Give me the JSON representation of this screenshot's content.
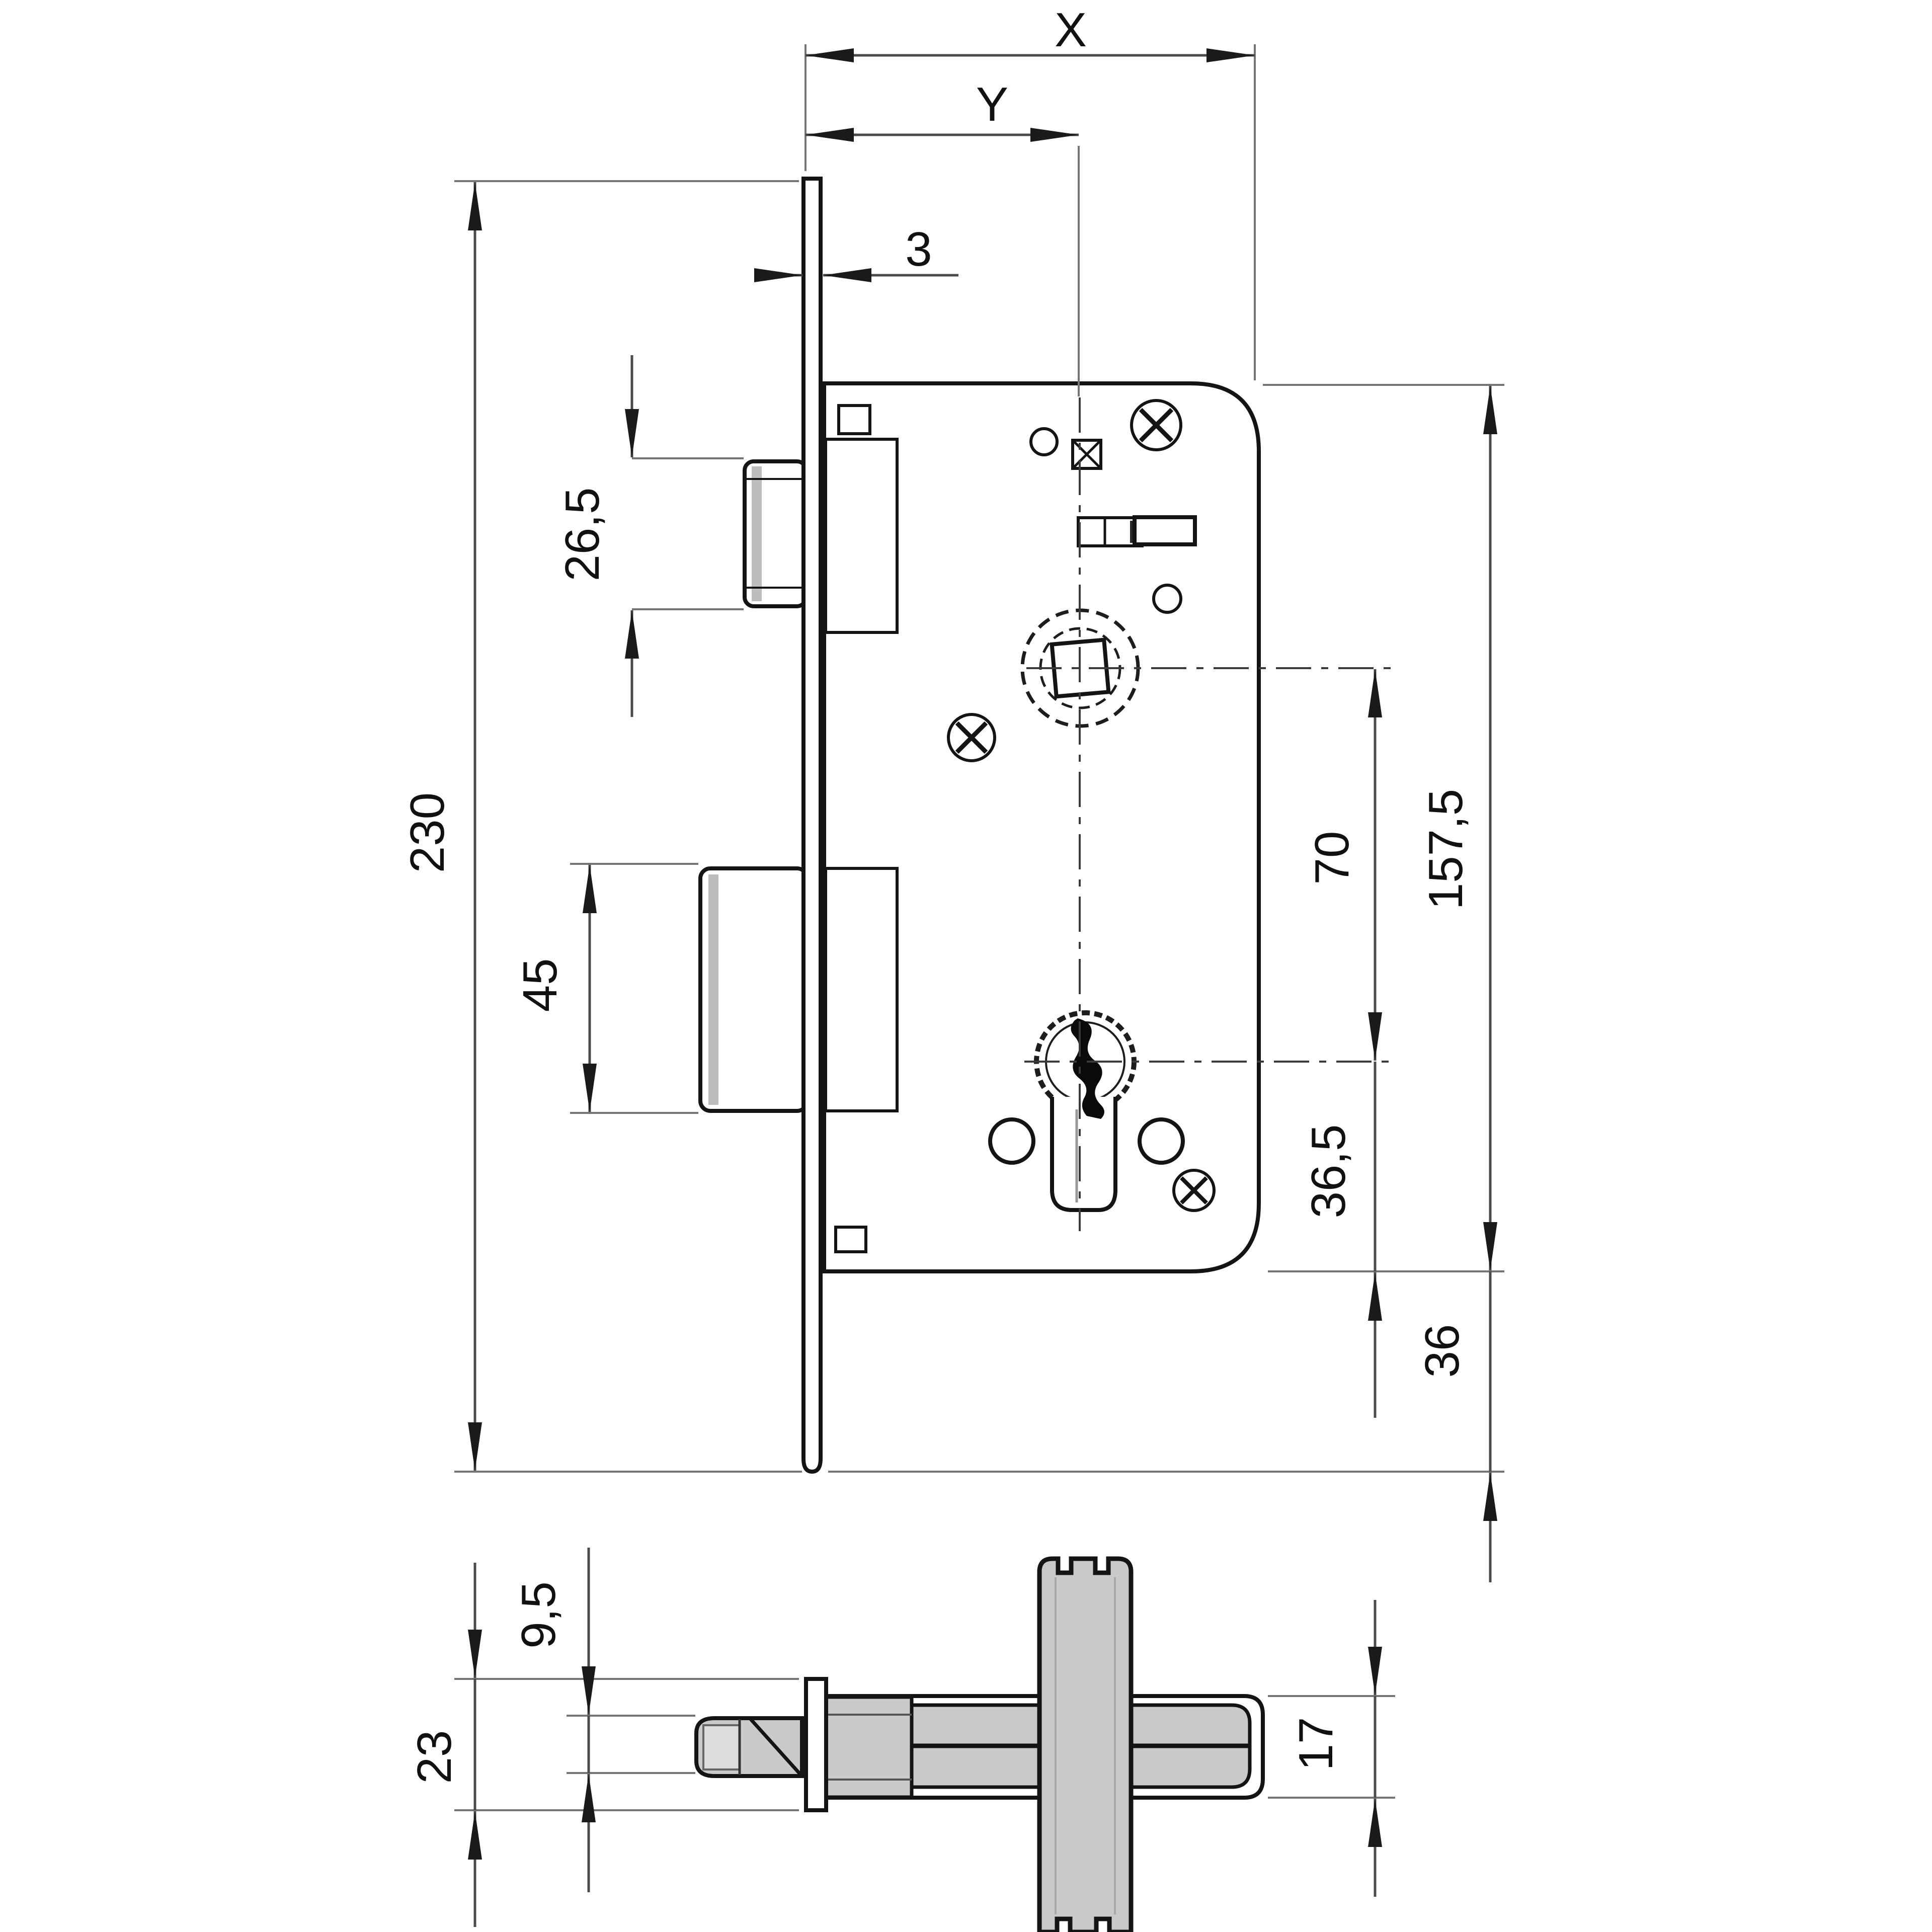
{
  "drawing": {
    "type": "mortise-lock dimension drawing, front view and bottom section view",
    "dims": {
      "backset_x": "X",
      "backset_y": "Y",
      "faceplate_thickness": "3",
      "latch_height": "26,5",
      "faceplate_length": "230",
      "deadbolt_height": "45",
      "follower_to_cylinder": "70",
      "case_height": "157,5",
      "cylinder_to_case_bottom": "36,5",
      "case_to_faceplate_end": "36",
      "latch_thickness": "9,5",
      "faceplate_width": "23",
      "case_thickness": "17"
    },
    "colors": {
      "background": "#ffffff",
      "outline": "#141414",
      "dimension_line": "#4a4a4a",
      "extension_line": "#757575",
      "metal_fill": "#c9c9c9",
      "metal_light": "#dcdcdc",
      "key_fill": "#0a0a0a"
    }
  }
}
